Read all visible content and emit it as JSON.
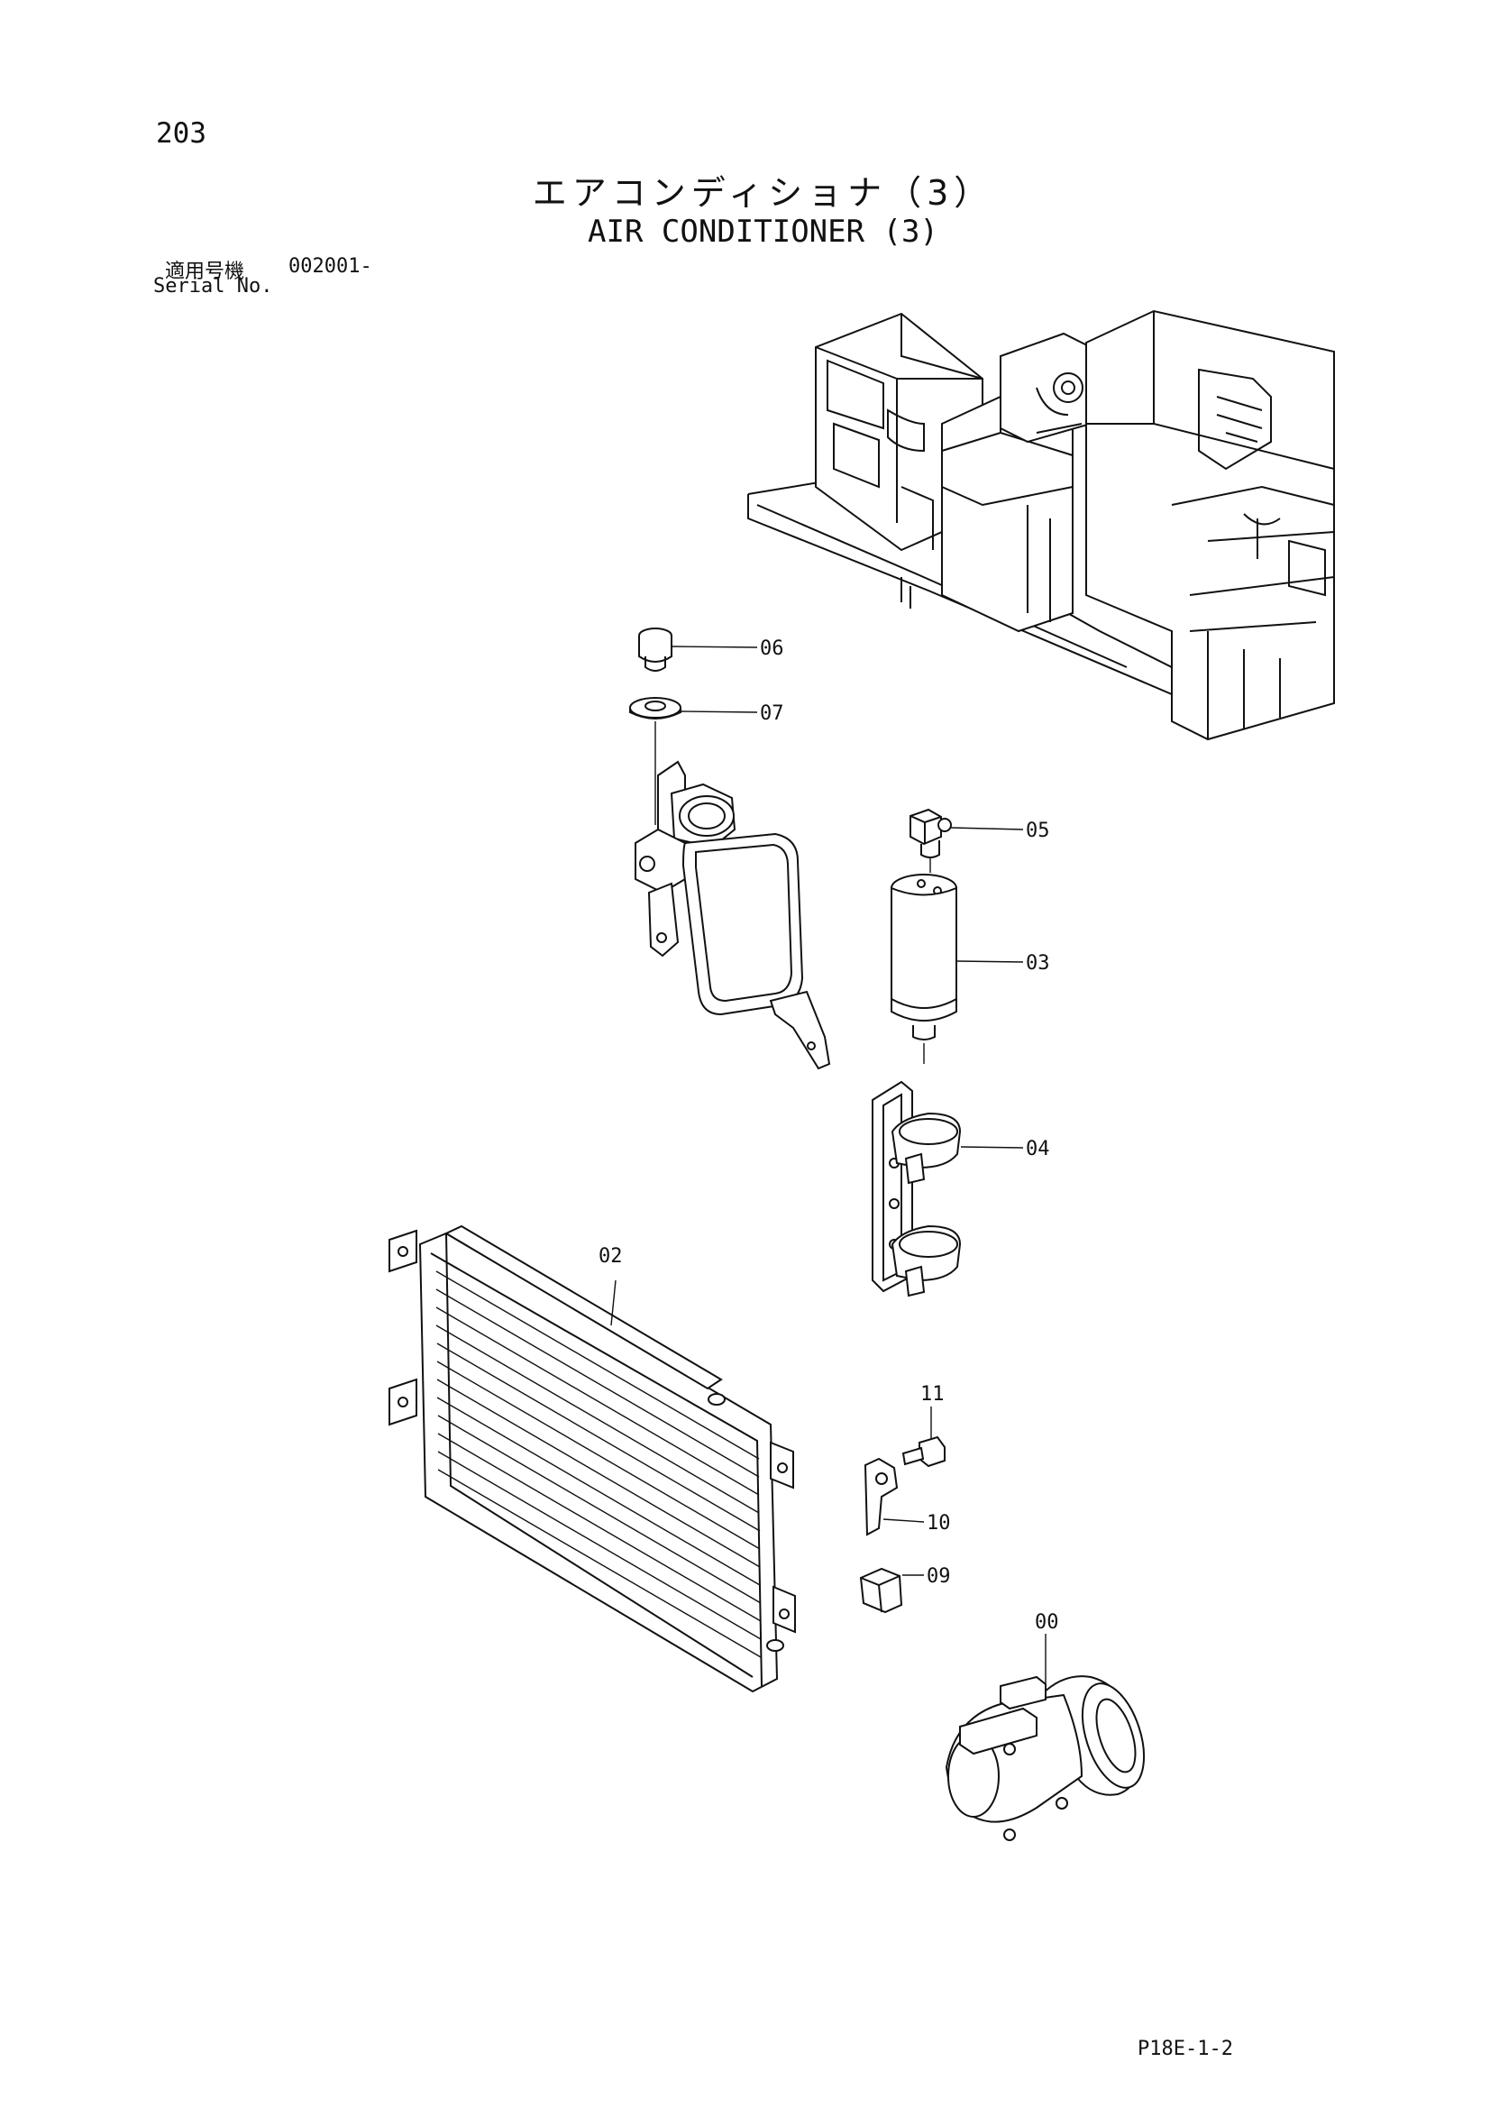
{
  "page": {
    "number": "203",
    "title_jp": "エアコンディショナ（3）",
    "title_en": "AIR CONDITIONER (3)",
    "serial_label_jp": "適用号機",
    "serial_value": "002001-",
    "serial_label_en": "Serial No.",
    "doc_code": "P18E-1-2"
  },
  "callouts": [
    {
      "id": "00",
      "text": "00"
    },
    {
      "id": "02",
      "text": "02"
    },
    {
      "id": "03",
      "text": "03"
    },
    {
      "id": "04",
      "text": "04"
    },
    {
      "id": "05",
      "text": "05"
    },
    {
      "id": "06",
      "text": "06"
    },
    {
      "id": "07",
      "text": "07"
    },
    {
      "id": "09",
      "text": "09"
    },
    {
      "id": "10",
      "text": "10"
    },
    {
      "id": "11",
      "text": "11"
    }
  ]
}
